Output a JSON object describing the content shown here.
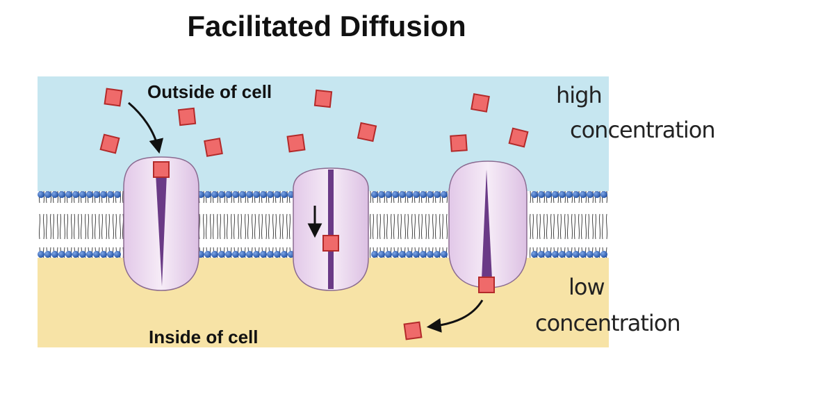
{
  "title": "Facilitated Diffusion",
  "regions": {
    "outside_label": "Outside of cell",
    "inside_label": "Inside of cell"
  },
  "annotations": {
    "high_line1": "high",
    "high_line2": "concentration",
    "low_line1": "low",
    "low_line2": "concentration"
  },
  "colors": {
    "outside_fluid": "#c6e6f0",
    "inside_fluid": "#f7e3a6",
    "lipid_head": "#2f62b6",
    "protein_fill": "#eedaf0",
    "protein_channel": "#6a3a86",
    "molecule": "#ef6a6a",
    "molecule_border": "#b32a2a"
  }
}
